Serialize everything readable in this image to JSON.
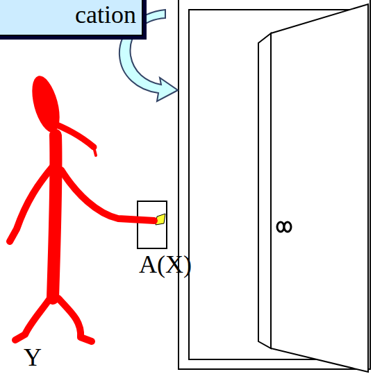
{
  "diagram": {
    "nodes": [
      {
        "text": [
          "cation"
        ]
      }
    ],
    "labels": [
      "A(X)",
      "Y"
    ]
  }
}
